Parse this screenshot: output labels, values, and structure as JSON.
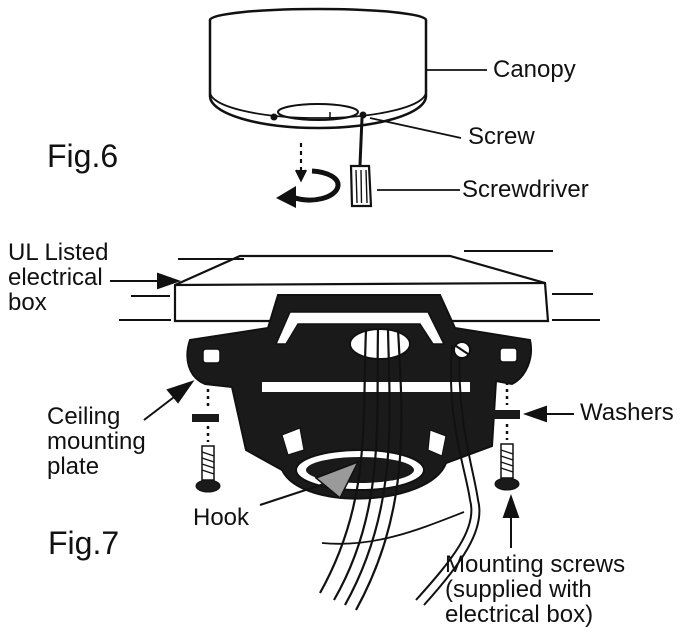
{
  "fig6": {
    "title": "Fig.6",
    "labels": {
      "canopy": "Canopy",
      "screw": "Screw",
      "screwdriver": "Screwdriver"
    }
  },
  "fig7": {
    "title": "Fig.7",
    "labels": {
      "electrical_box": [
        "UL Listed",
        "electrical",
        "box"
      ],
      "ceiling_plate": [
        "Ceiling",
        "mounting",
        "plate"
      ],
      "washers": "Washers",
      "hook": "Hook",
      "mounting_screws": [
        "Mounting screws",
        "(supplied with",
        "electrical box)"
      ]
    }
  },
  "colors": {
    "ink": "#111111",
    "fill_dark": "#1a1a1a",
    "hook_arrow": "#9a9a9a",
    "background": "#ffffff"
  }
}
